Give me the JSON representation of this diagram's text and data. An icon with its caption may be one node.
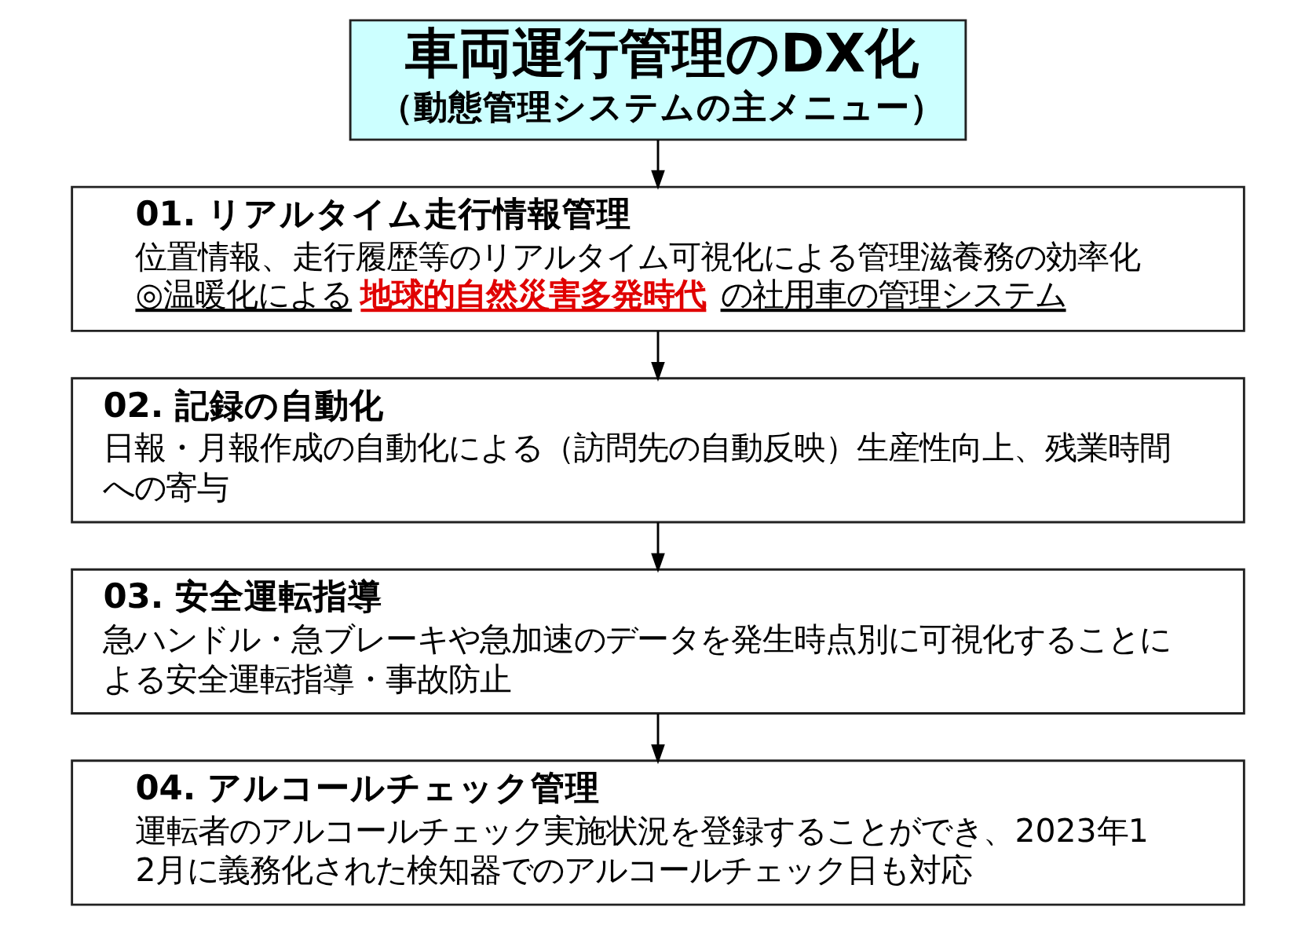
{
  "diagram": {
    "nodes": [
      {
        "text": [
          "車両運行管理のDX化",
          "（動態管理システムの主メニュー）"
        ]
      },
      {
        "text": [
          "01. リアルタイム走行情報管理",
          "位置情報、走行履歴等のリアルタイム可視化による管理滋養務の効率化",
          "◎温暖化による**地球的自然災害多発時代**の社用車の管理システム"
        ]
      },
      {
        "text": [
          "02. 記録の自動化",
          "日報・月報作成の自動化による（訪問先の自動反映）生産性向上、残業時間への寄与"
        ]
      },
      {
        "text": [
          "03. 安全運転指導",
          "急ハンドル・急ブレーキや急加速のデータを発生時点別に可視化することによる安全運転指導・事故防止"
        ]
      },
      {
        "text": [
          "04. アルコールチェック管理",
          "運転者のアルコールチェック実施状況を登録することができ、2023年12月に義務化された検知器でのアルコールチェック日も対応"
        ]
      }
    ],
    "edges": [
      {
        "from": 0,
        "to": 1,
        "arrow": "to"
      },
      {
        "from": 1,
        "to": 2,
        "arrow": "to"
      },
      {
        "from": 2,
        "to": 3,
        "arrow": "to"
      },
      {
        "from": 3,
        "to": 4,
        "arrow": "to"
      }
    ]
  }
}
